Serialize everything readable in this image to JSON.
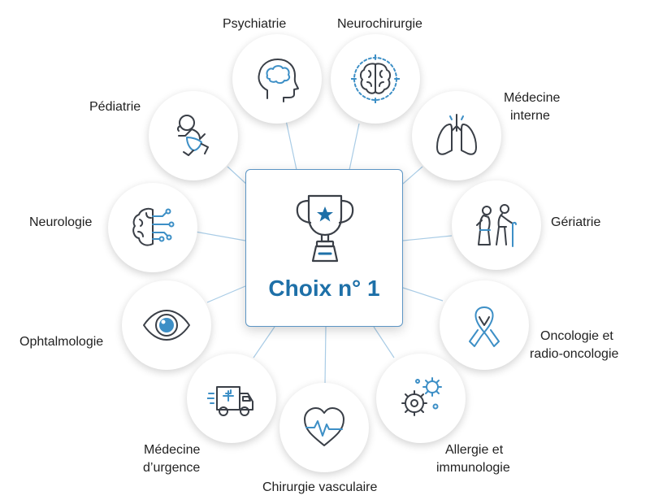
{
  "center": {
    "title": "Choix n° 1",
    "icon": "trophy-icon"
  },
  "specialties": [
    {
      "id": "psychiatrie",
      "lines": [
        "Psychiatrie"
      ],
      "icon": "head-brain-icon"
    },
    {
      "id": "neurochirurgie",
      "lines": [
        "Neurochirurgie"
      ],
      "icon": "brain-target-icon"
    },
    {
      "id": "medecine-interne",
      "lines": [
        "Médecine",
        "interne"
      ],
      "icon": "lungs-icon"
    },
    {
      "id": "geriatrie",
      "lines": [
        "Gériatrie"
      ],
      "icon": "elderly-couple-icon"
    },
    {
      "id": "oncologie",
      "lines": [
        "Oncologie et",
        "radio-oncologie"
      ],
      "icon": "ribbon-icon"
    },
    {
      "id": "allergie",
      "lines": [
        "Allergie et",
        "immunologie"
      ],
      "icon": "virus-icon"
    },
    {
      "id": "chirurgie-vasculaire",
      "lines": [
        "Chirurgie vasculaire"
      ],
      "icon": "heart-pulse-icon"
    },
    {
      "id": "medecine-urgence",
      "lines": [
        "Médecine",
        "d’urgence"
      ],
      "icon": "ambulance-icon"
    },
    {
      "id": "ophtalmologie",
      "lines": [
        "Ophtalmologie"
      ],
      "icon": "eye-icon"
    },
    {
      "id": "neurologie",
      "lines": [
        "Neurologie"
      ],
      "icon": "brain-circuit-icon"
    },
    {
      "id": "pediatrie",
      "lines": [
        "Pédiatrie"
      ],
      "icon": "baby-icon"
    }
  ],
  "colors": {
    "accent": "#1e70a8",
    "icon_blue": "#3d8fc6",
    "icon_line": "#3a3f47",
    "connector": "#a9cce6"
  }
}
